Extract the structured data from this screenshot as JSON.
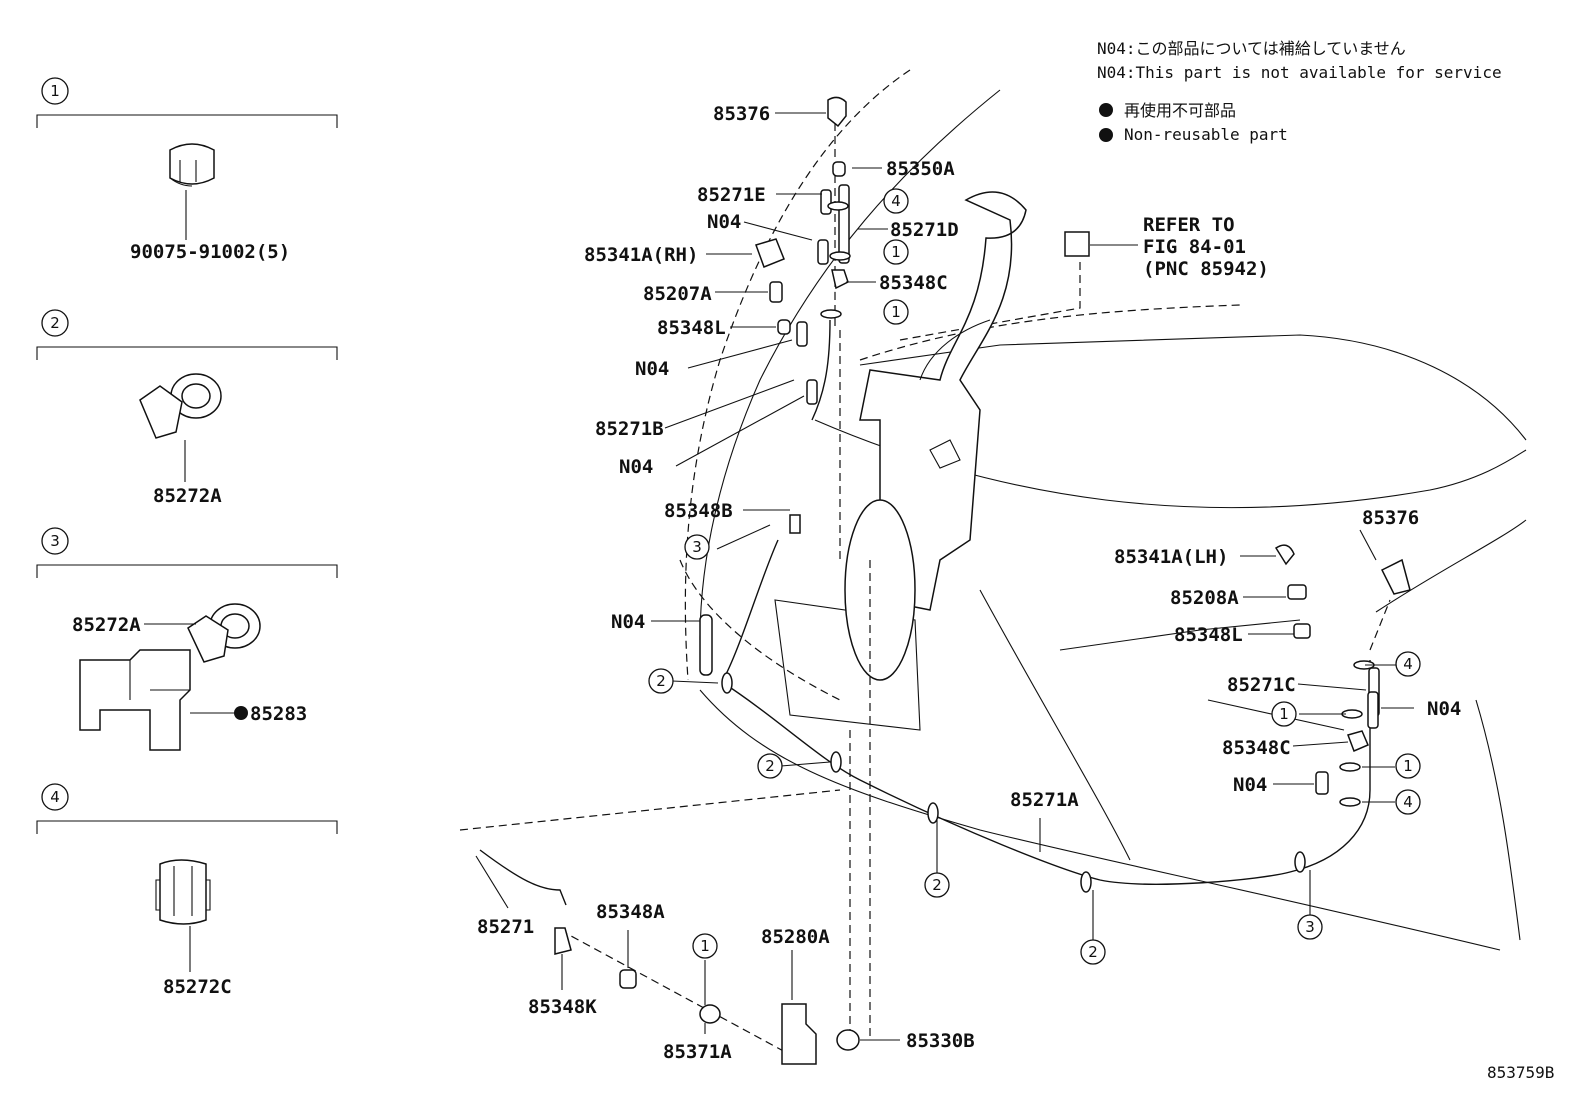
{
  "notes": {
    "n04_jp": "N04:この部品については補給していません",
    "n04_en": "N04:This part is not available for service",
    "nonreusable_jp": "再使用不可部品",
    "nonreusable_en": "Non-reusable part"
  },
  "refer": {
    "line1": "REFER TO",
    "line2": "FIG 84-01",
    "line3": "(PNC 85942)"
  },
  "left_panels": [
    {
      "num": "1",
      "parts": [
        "90075-91002(5)"
      ]
    },
    {
      "num": "2",
      "parts": [
        "85272A"
      ]
    },
    {
      "num": "3",
      "parts": [
        "85272A",
        "85283"
      ]
    },
    {
      "num": "4",
      "parts": [
        "85272C"
      ]
    }
  ],
  "labels": {
    "p85376_top": "85376",
    "p85350A": "85350A",
    "p85271E": "85271E",
    "p85271D": "85271D",
    "n04_a": "N04",
    "p85341A_RH": "85341A(RH)",
    "p85348C_top": "85348C",
    "p85207A": "85207A",
    "p85348L_top": "85348L",
    "n04_b": "N04",
    "p85271B": "85271B",
    "n04_c": "N04",
    "p85348B": "85348B",
    "n04_d": "N04",
    "p85376_right": "85376",
    "p85341A_LH": "85341A(LH)",
    "p85208A": "85208A",
    "p85348L_right": "85348L",
    "p85271C": "85271C",
    "n04_e": "N04",
    "p85348C_right": "85348C",
    "n04_f": "N04",
    "p85271A": "85271A",
    "p85271": "85271",
    "p85348A": "85348A",
    "p85348K": "85348K",
    "p85371A": "85371A",
    "p85280A": "85280A",
    "p85330B": "85330B"
  },
  "callouts": [
    "1",
    "2",
    "3",
    "4"
  ],
  "diagram_id": "853759B"
}
